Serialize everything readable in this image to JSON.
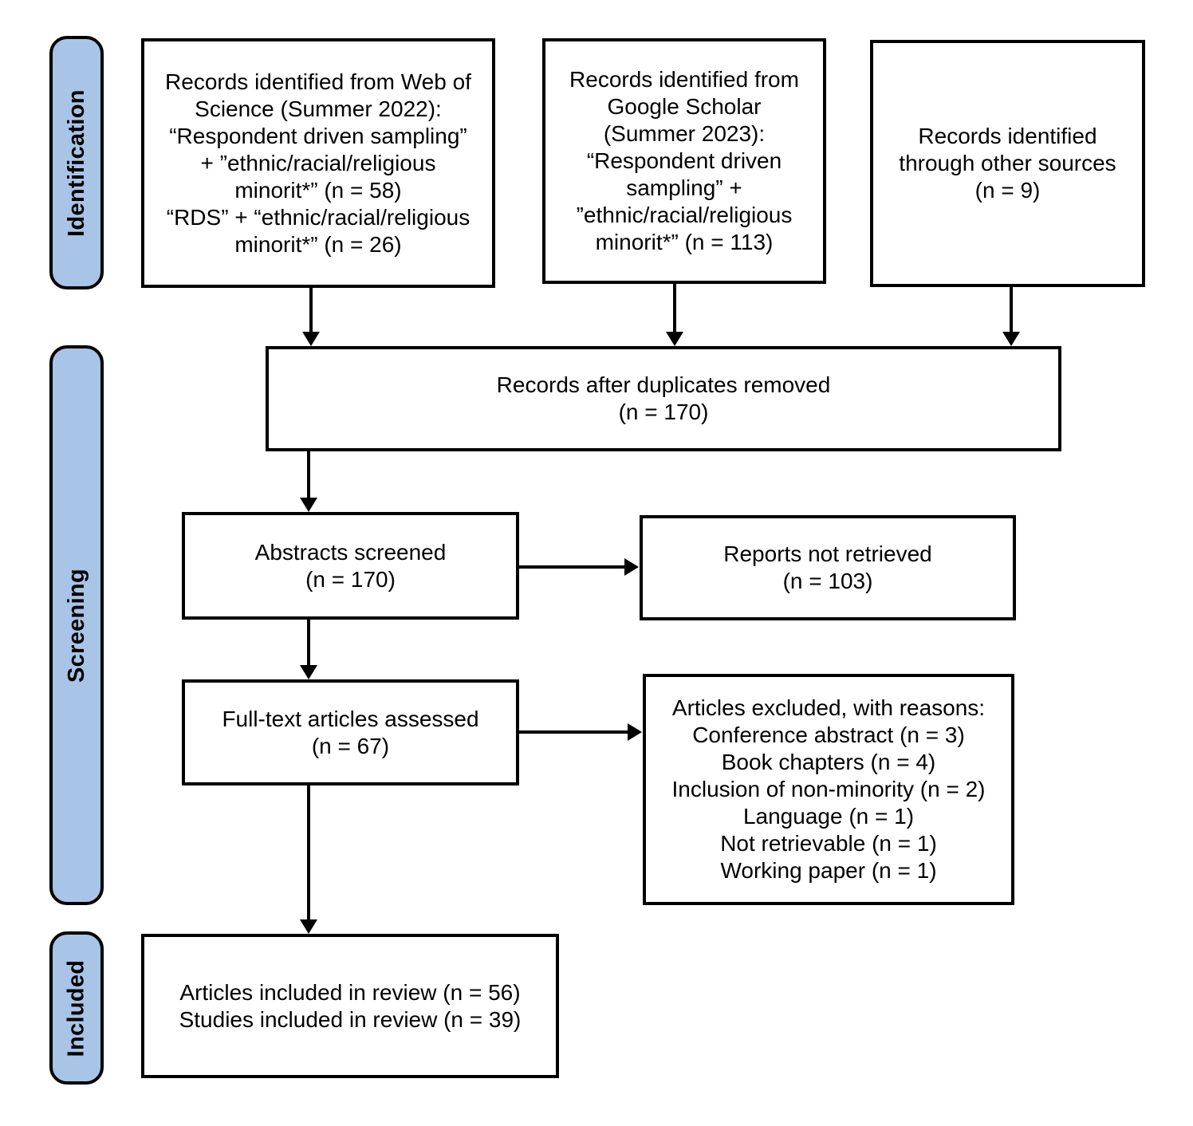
{
  "stages": [
    {
      "label": "Identification"
    },
    {
      "label": "Screening"
    },
    {
      "label": "Included"
    }
  ],
  "boxes": {
    "web_of_science": {
      "text": "Records identified from Web of\nScience (Summer 2022):\n“Respondent driven sampling”\n+ ”ethnic/racial/religious\nminorit*” (n = 58)\n“RDS” + “ethnic/racial/religious\nminorit*” (n = 26)"
    },
    "google_scholar": {
      "text": "Records identified from\nGoogle Scholar\n(Summer 2023):\n“Respondent driven\nsampling” +\n”ethnic/racial/religious\nminorit*” (n = 113)"
    },
    "other_sources": {
      "text": "Records identified\nthrough other sources\n(n = 9)"
    },
    "duplicates_removed": {
      "text": "Records after duplicates removed\n(n = 170)"
    },
    "abstracts_screened": {
      "text": "Abstracts screened\n(n = 170)"
    },
    "reports_not_retrieved": {
      "text": "Reports not retrieved\n(n = 103)"
    },
    "full_text_assessed": {
      "text": "Full-text articles assessed\n(n = 67)"
    },
    "articles_excluded": {
      "text": "Articles excluded, with reasons:\nConference abstract (n = 3)\nBook chapters (n = 4)\nInclusion of non-minority (n = 2)\nLanguage (n = 1)\nNot retrievable (n = 1)\nWorking paper (n = 1)"
    },
    "included_in_review": {
      "text": "Articles included in review (n = 56)\nStudies included in review (n = 39)"
    }
  },
  "counts": {
    "web_of_science_rds_search": 58,
    "web_of_science_rds_abbrev_search": 26,
    "google_scholar": 113,
    "other_sources": 9,
    "after_duplicates_removed": 170,
    "abstracts_screened": 170,
    "reports_not_retrieved": 103,
    "full_text_assessed": 67,
    "excluded_conference_abstract": 3,
    "excluded_book_chapters": 4,
    "excluded_inclusion_of_non_minority": 2,
    "excluded_language": 1,
    "excluded_not_retrievable": 1,
    "excluded_working_paper": 1,
    "articles_included_in_review": 56,
    "studies_included_in_review": 39
  },
  "colors": {
    "stage_fill": "#a8c4e6",
    "border": "#000000",
    "background": "#ffffff",
    "text": "#000000"
  }
}
